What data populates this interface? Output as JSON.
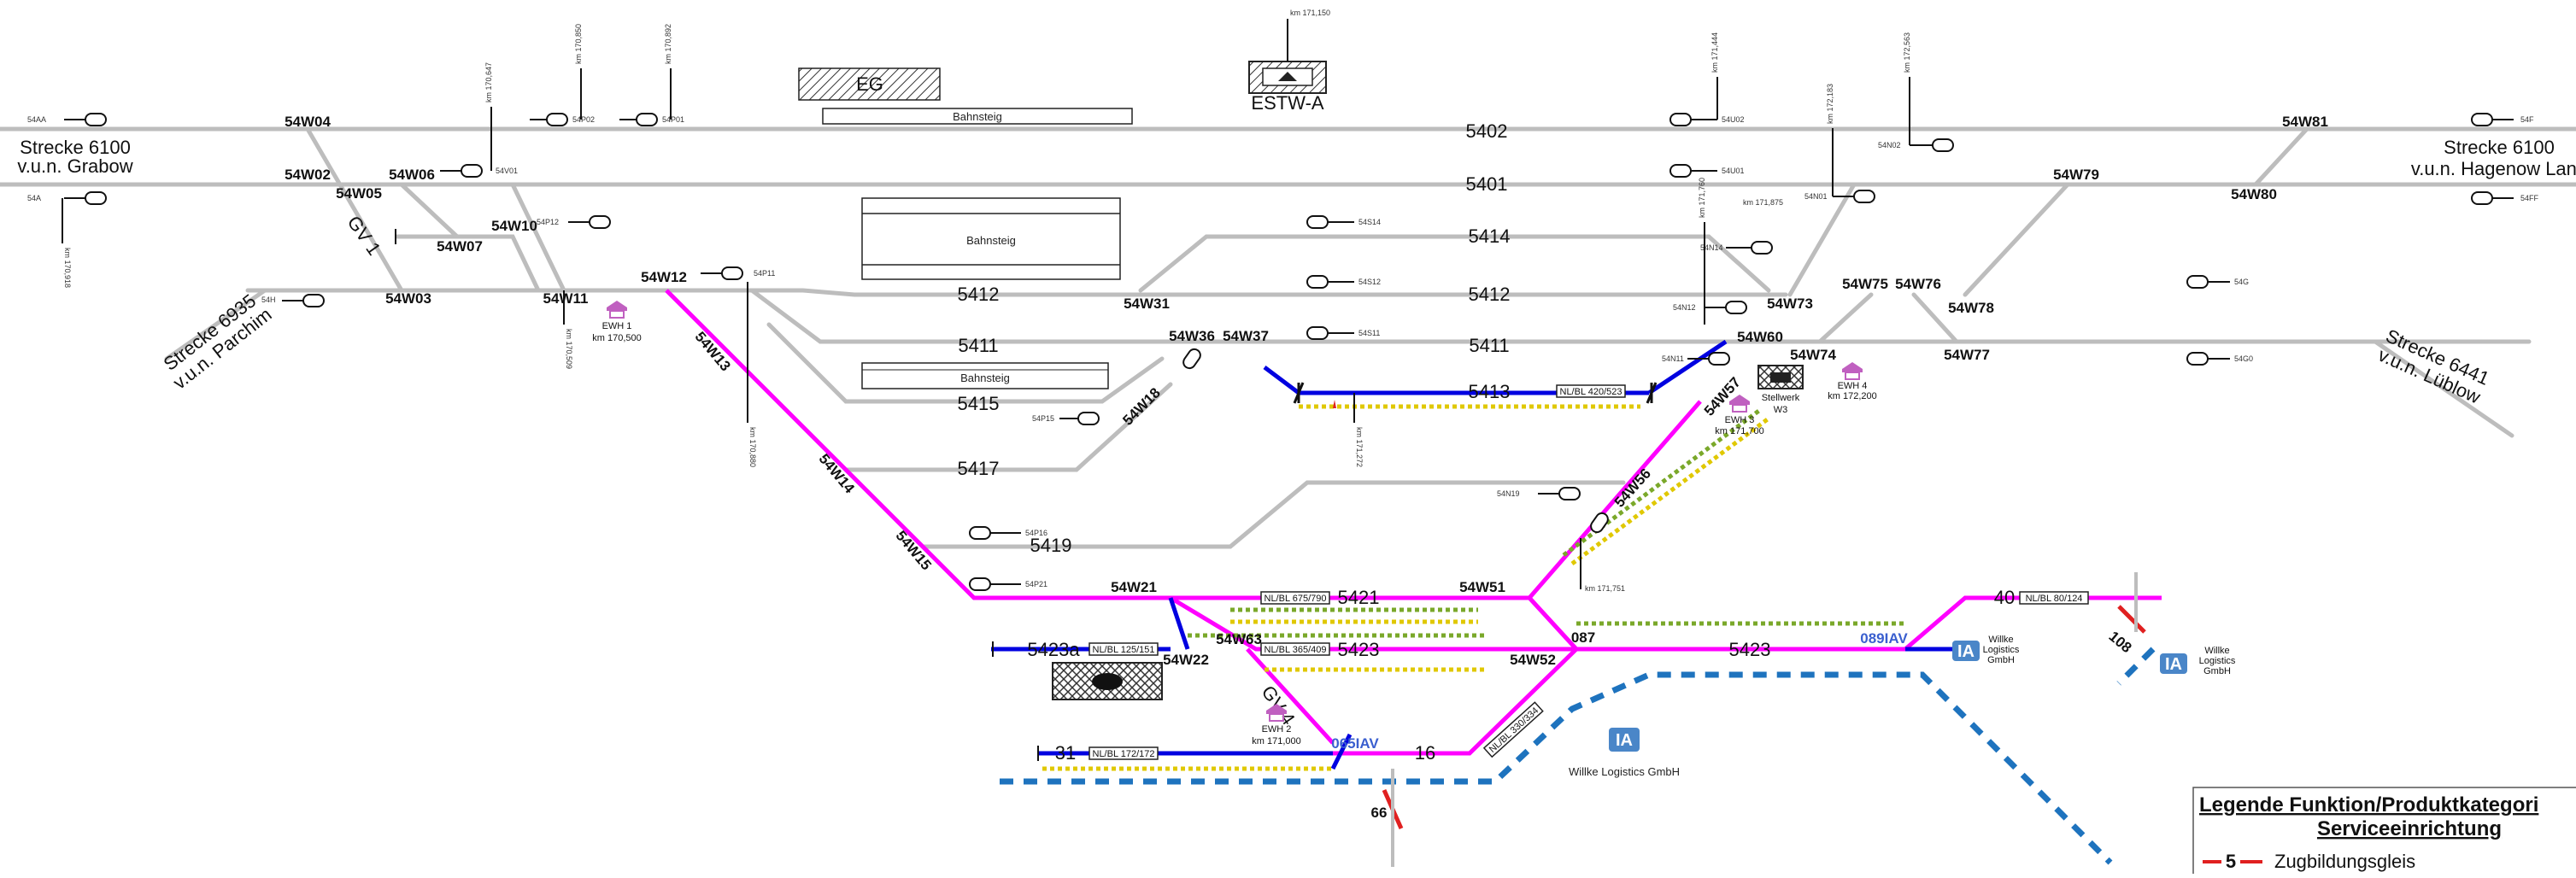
{
  "buildings": {
    "eg": "EG",
    "estw": "ESTW-A",
    "estw_km": "km 171,150",
    "bahnsteig_top": "Bahnsteig",
    "bahnsteig_mid": "Bahnsteig",
    "bahnsteig_low": "Bahnsteig",
    "stellwerk": "Stellwerk",
    "stellwerk_code": "W3"
  },
  "routes": {
    "left_top": "Strecke 6100",
    "left_top_sub": "v.u.n. Grabow",
    "left_diag": "Strecke 6935",
    "left_diag_sub": "v.u.n. Parchim",
    "right_top": "Strecke 6100",
    "right_top_sub": "v.u.n. Hagenow Land",
    "right_diag": "Strecke 6441",
    "right_diag_sub": "v.u.n. Lüblow"
  },
  "tracks": {
    "t5402": "5402",
    "t5401": "5401",
    "t5414": "5414",
    "t5412a": "5412",
    "t5412b": "5412",
    "t5411a": "5411",
    "t5411b": "5411",
    "t5413": "5413",
    "t5415": "5415",
    "t5417": "5417",
    "t5419": "5419",
    "t5421": "5421",
    "t5423a": "5423a",
    "t5423b": "5423",
    "t5423c": "5423",
    "t31": "31",
    "t16": "16",
    "t40": "40",
    "t087": "087",
    "t66": "66",
    "t108": "108",
    "gv1": "GV 1",
    "gv4": "GV 4"
  },
  "switches": {
    "w04": "54W04",
    "w02": "54W02",
    "w05": "54W05",
    "w06": "54W06",
    "w07": "54W07",
    "w10": "54W10",
    "w03": "54W03",
    "w11": "54W11",
    "w12": "54W12",
    "w13": "54W13",
    "w14": "54W14",
    "w15": "54W15",
    "w21": "54W21",
    "w22": "54W22",
    "w63": "54W63",
    "w52": "54W52",
    "w51": "54W51",
    "w56": "54W56",
    "w57": "54W57",
    "w60": "54W60",
    "w74": "54W74",
    "w73": "54W73",
    "w75": "54W75",
    "w76": "54W76",
    "w78": "54W78",
    "w77": "54W77",
    "w79": "54W79",
    "w81": "54W81",
    "w80": "54W80",
    "w31": "54W31",
    "w36": "54W36",
    "w37": "54W37",
    "w18": "54W18"
  },
  "lengths": {
    "l5413": "NL/BL 420/523",
    "l5421": "NL/BL 675/790",
    "l5423": "NL/BL 365/409",
    "l5423a": "NL/BL 125/151",
    "l31": "NL/BL 172/172",
    "l40": "NL/BL 80/124",
    "l16": "NL/BL 330/334"
  },
  "ia": {
    "label": "IA",
    "code_065": "065IAV",
    "code_089": "089IAV",
    "company_main": "Willke Logistics GmbH",
    "company_a1": "Willke",
    "company_a2": "Logistics",
    "company_a3": "GmbH",
    "company_b1": "Willke",
    "company_b2": "Logistics",
    "company_b3": "GmbH"
  },
  "ewh": {
    "e1": "EWH 1",
    "e1_km": "km 170,500",
    "e2": "EWH 2",
    "e2_km": "km 171,000",
    "e3": "EWH 3",
    "e3_km": "km 171,700",
    "e4": "EWH 4",
    "e4_km": "km 172,200"
  },
  "signals": {
    "s54A_top": "54AA",
    "s54A": "54A",
    "s54P02": "54P02",
    "s54P01": "54P01",
    "s54V01": "54V01",
    "s54P12": "54P12",
    "s54P11": "54P11",
    "s54H": "54H",
    "s54S14": "54S14",
    "s54S12": "54S12",
    "s54S11": "54S11",
    "s54P15": "54P15",
    "s54P16": "54P16",
    "s54P21": "54P21",
    "s54U02": "54U02",
    "s54U01": "54U01",
    "s54N02": "54N02",
    "s54N01": "54N01",
    "s54N14": "54N14",
    "s54N12": "54N12",
    "s54N11": "54N11",
    "s54N19": "54N19",
    "s54F_top": "54F",
    "s54FF": "54FF",
    "s54G": "54G",
    "s54G0": "54G0"
  },
  "km": {
    "k1": "km 170,647",
    "k2": "km 170,850",
    "k3": "km 170,892",
    "k4": "km 171,444",
    "k5": "km 172,183",
    "k6": "km 172,563",
    "k7": "km 171,760",
    "k8": "km 171,875",
    "k9": "km 171,751",
    "k10": "km 171,272",
    "k11": "km 170,880",
    "k12": "km 170,918",
    "k13": "km 170,509"
  },
  "legend": {
    "title1": "Legende Funktion/Produktkategori",
    "title2": "Serviceeinrichtung",
    "item_num": "5",
    "item_label": "Zugbildungsgleis",
    "line_color": "#e02020"
  },
  "colors": {
    "track": "#bdbdbd",
    "servicetrack": "#ff00ff",
    "connection": "#0000e0",
    "siding_boundary": "#1e73be",
    "ia_badge": "#4a86c8"
  }
}
